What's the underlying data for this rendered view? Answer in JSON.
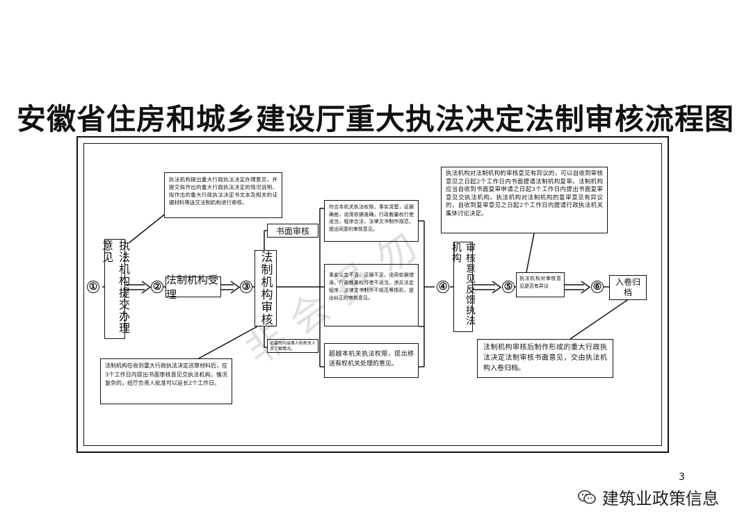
{
  "title": "安徽省住房和城乡建设厅重大执法决定法制审核流程图",
  "steps": {
    "s1": "①",
    "s2": "②",
    "s3": "③",
    "s4": "④",
    "s5": "⑤",
    "s6": "⑥"
  },
  "boxes": {
    "submit": "执法机构提交办理意见",
    "accept": "法制机构受理",
    "review": "法制机构审核",
    "written_review": "书面审核",
    "feedback": "审核意见反馈执法机构",
    "recheck": "执法机构对审核意见是否有异议",
    "archive": "入卷归档"
  },
  "notes": {
    "submit_note": "执法机构提出重大行政执法决定办理意见，并提交拟作出的重大行政执法决定的情况说明、拟作出的重大行政执法决定书文本及相关的证据材料等送交法制机构进行审核。",
    "review_note": "法制机构在收到重大行政执法决定送审材料后，在3个工作日内提出书面审核意见交执法机构。情况复杂的，经厅负责人批准可以延长2个工作日。",
    "opt1": "符合本机关执法权限，事实清楚，证据确凿，适用依据准确，行政裁量权行使适当，程序合法，法律文书制作规范，提出同意的审核意见。",
    "opt2": "事实认定不清，证据不足，适用依据错误，行政裁量权行使不适当，违反法定程序，法律文书制作不规范等情形，提出纠正的审核意见。",
    "opt3_small": "必要时向当事人和有关人员了解情况。",
    "opt4": "超越本机关执法权限，提出移送有权机关处理的意见。",
    "objection_note": "执法机构对法制机构的审核意见有异议的，可以自收到审核意见之日起2个工作日内书面提请法制机构复审。法制机构应当自收到书面复审申请之日起3个工作日内提出书面复审意见交执法机构。执法机构对法制机构的复审意见有异议的，自收到复审意见之日起2个工作日内提请行政执法机关集体讨论决定。",
    "archive_note": "法制机构审核后制作形成的重大行政执法决定法制审核书面意见，交由执法机构入卷归档。"
  },
  "watermark": "非会员勿",
  "page_number": "3",
  "account": {
    "name": "建筑业政策信息",
    "icon": "wechat-icon"
  }
}
